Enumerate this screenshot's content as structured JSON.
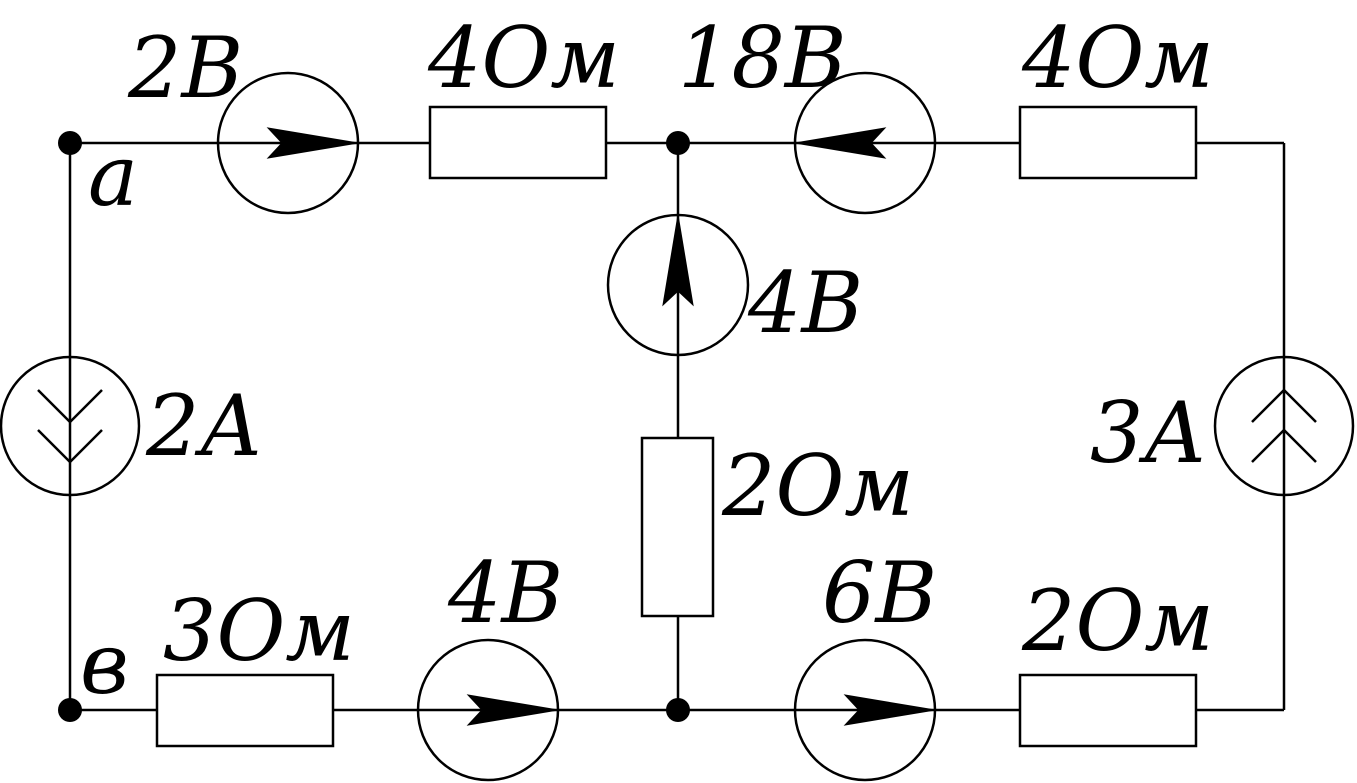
{
  "nodes": {
    "a": "a",
    "b": "в"
  },
  "labels": {
    "top_emf_left": "2В",
    "top_res_left": "4Ом",
    "top_emf_right": "18В",
    "top_res_right": "4Ом",
    "mid_emf": "4В",
    "mid_res": "2Ом",
    "left_current_src": "2А",
    "right_current_src": "3А",
    "bot_res_left": "3Ом",
    "bot_emf_left": "4В",
    "bot_emf_right": "6В",
    "bot_res_right": "2Ом"
  }
}
